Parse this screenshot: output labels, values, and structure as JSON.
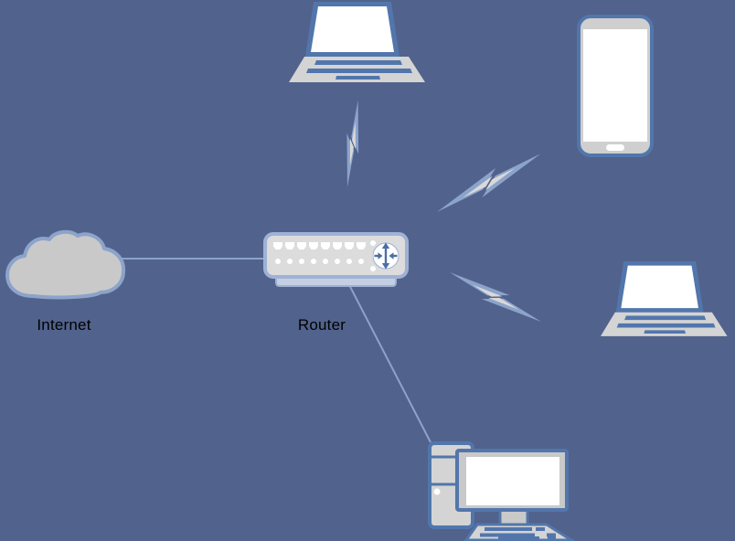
{
  "diagram": {
    "type": "network-topology",
    "background_color": "#51628c",
    "labels": {
      "internet": "Internet",
      "router": "Router"
    },
    "nodes": [
      {
        "id": "internet-cloud",
        "type": "cloud",
        "label": "Internet"
      },
      {
        "id": "router",
        "type": "router",
        "label": "Router"
      },
      {
        "id": "laptop-top",
        "type": "laptop",
        "label": ""
      },
      {
        "id": "smartphone",
        "type": "smartphone",
        "label": ""
      },
      {
        "id": "laptop-right",
        "type": "laptop",
        "label": ""
      },
      {
        "id": "desktop-pc",
        "type": "desktop-computer",
        "label": ""
      }
    ],
    "links": [
      {
        "from": "internet-cloud",
        "to": "router",
        "kind": "wired-line"
      },
      {
        "from": "router",
        "to": "desktop-pc",
        "kind": "wired-line"
      },
      {
        "from": "router",
        "to": "laptop-top",
        "kind": "wireless-lightning-bolt"
      },
      {
        "from": "router",
        "to": "smartphone",
        "kind": "wireless-lightning-bolt"
      },
      {
        "from": "router",
        "to": "laptop-right",
        "kind": "wireless-lightning-bolt"
      }
    ],
    "colors": {
      "background": "#51628c",
      "link_blue": "#8ca3ca",
      "device_border_blue": "#5276ac",
      "router_border_blue": "#9fb2d6",
      "arrow_blue": "#4a6fa5",
      "device_gray": "#d4d4d4",
      "cloud_gray": "#c9c9c9",
      "bolt_inner_gray": "#d9d9d9",
      "screen_white": "#ffffff",
      "label_text": "#000000"
    }
  }
}
